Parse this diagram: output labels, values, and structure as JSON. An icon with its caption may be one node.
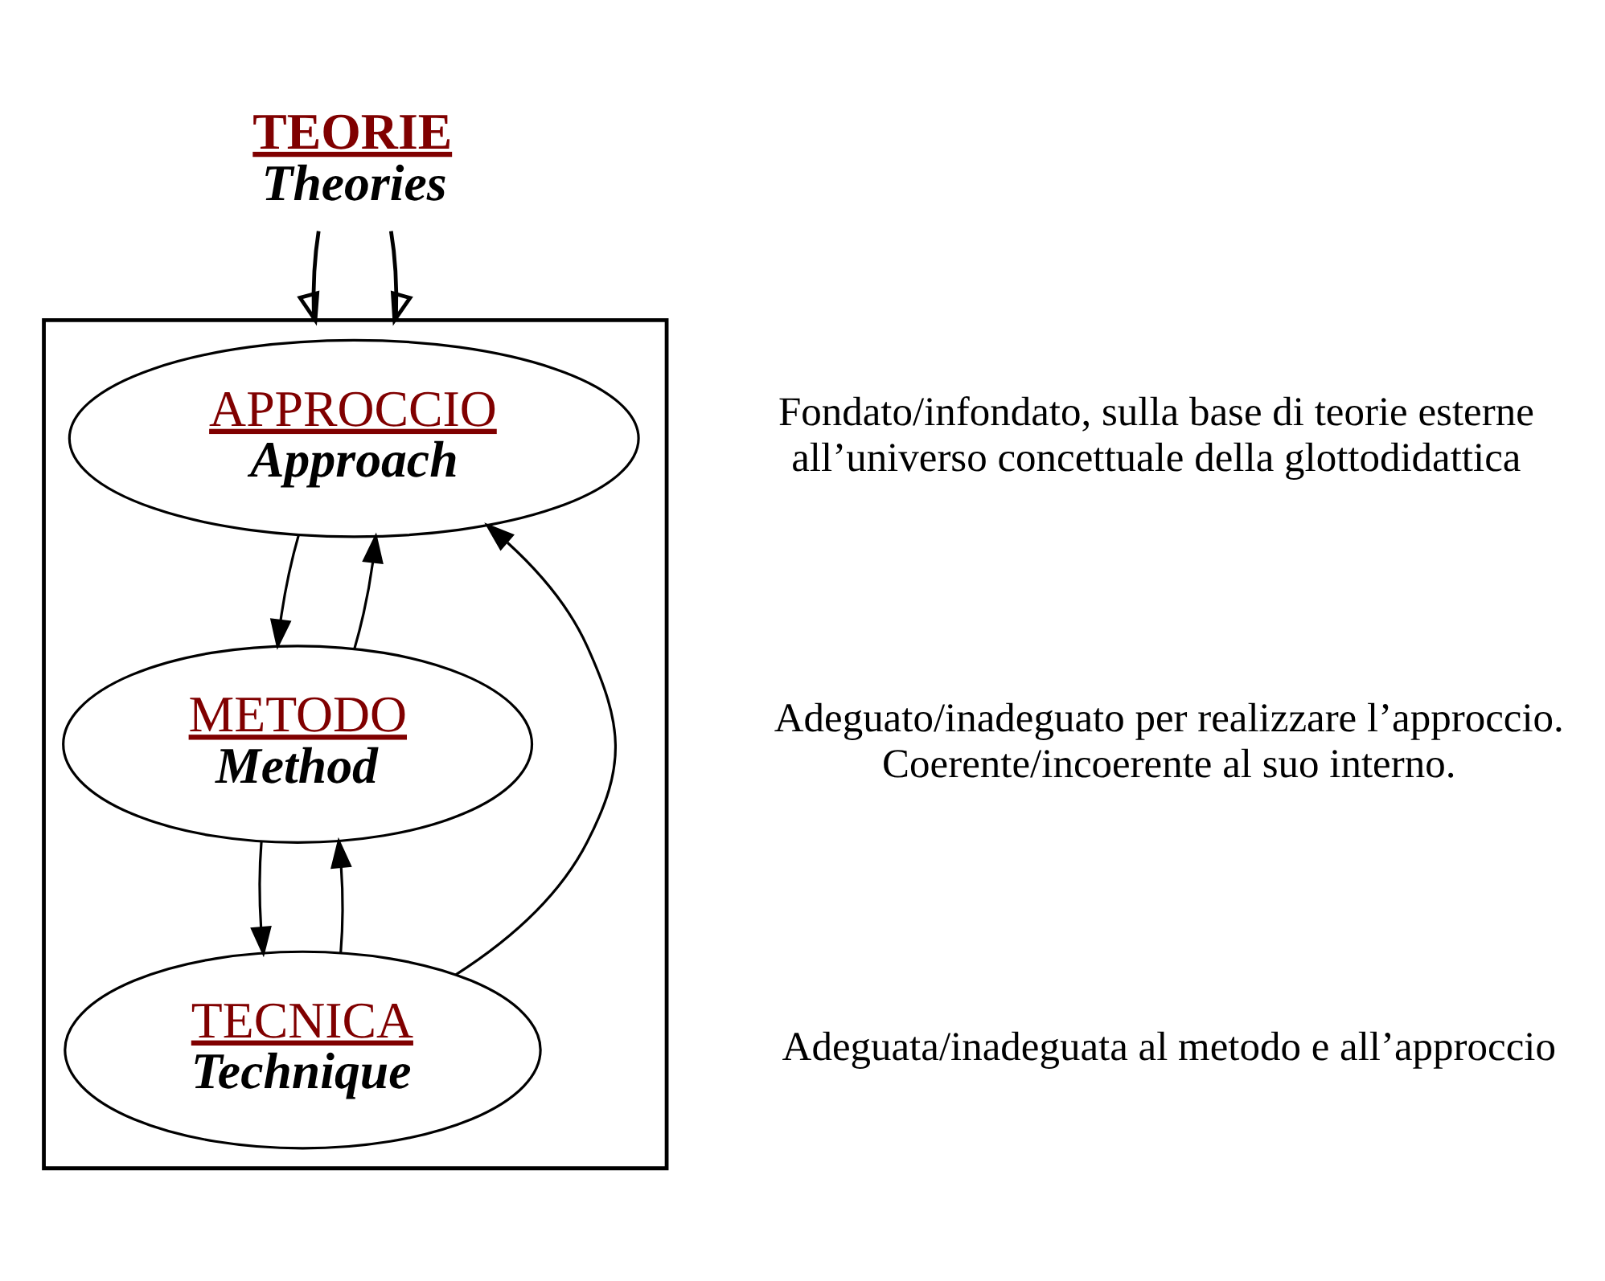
{
  "diagram": {
    "nodes": [
      {
        "text": [
          "TEORIE",
          "Theories"
        ]
      },
      {
        "text": [],
        "shape": "box"
      },
      {
        "text": [
          "APPROCCIO",
          "Approach"
        ],
        "in": 1
      },
      {
        "text": [
          "METODO",
          "Method"
        ],
        "in": 1
      },
      {
        "text": [
          "TECNICA",
          "Technique"
        ],
        "in": 1
      }
    ],
    "labels": [
      "Fondato/infondato, sulla base di teorie esterne all’universo concettuale della glottodidattica",
      "Adeguato/inadeguato per realizzare l’approccio. Coerente/incoerente al suo interno.",
      "Adeguata/inadeguata al metodo e all’approccio"
    ],
    "edges": [
      {
        "from": 0,
        "to": 1,
        "arrow": "to"
      },
      {
        "from": 0,
        "to": 1,
        "arrow": "to"
      },
      {
        "from": 2,
        "to": 3,
        "arrow": "to"
      },
      {
        "from": 3,
        "to": 4,
        "arrow": "to"
      },
      {
        "from": 3,
        "to": 2,
        "arrow": "to"
      },
      {
        "from": 4,
        "to": 3,
        "arrow": "to"
      },
      {
        "from": 4,
        "to": 2,
        "arrow": "to"
      }
    ]
  }
}
